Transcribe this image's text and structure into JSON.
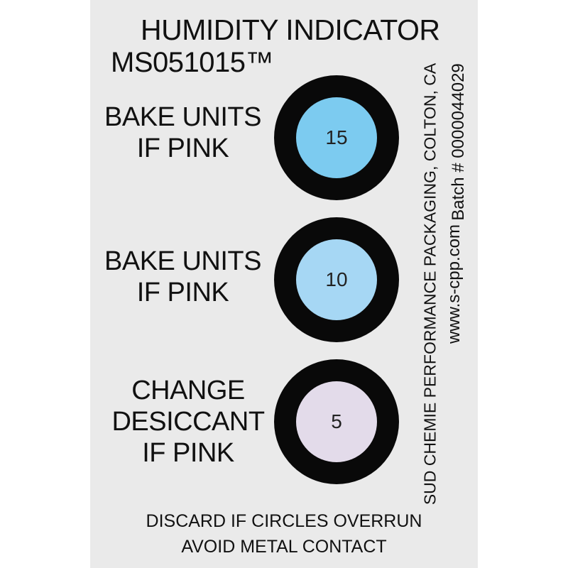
{
  "title": "HUMIDITY INDICATOR",
  "model": "MS051015™",
  "spots": [
    {
      "label_lines": [
        "BAKE UNITS",
        "IF PINK"
      ],
      "value": "15",
      "color": "#7ccbf0"
    },
    {
      "label_lines": [
        "BAKE UNITS",
        "IF PINK"
      ],
      "value": "10",
      "color": "#a6d7f4"
    },
    {
      "label_lines": [
        "CHANGE",
        "DESICCANT",
        "IF PINK"
      ],
      "value": "5",
      "color": "#e3dbea"
    }
  ],
  "side": {
    "company": "SUD CHEMIE PERFORMANCE PACKAGING, COLTON, CA",
    "website": "www.s-cpp.com",
    "batch": "Batch # 0000044029"
  },
  "footer": {
    "line1": "DISCARD IF CIRCLES OVERRUN",
    "line2": "AVOID METAL CONTACT"
  },
  "colors": {
    "card_background": "#eaeaea",
    "ring": "#090909",
    "text": "#111111"
  }
}
